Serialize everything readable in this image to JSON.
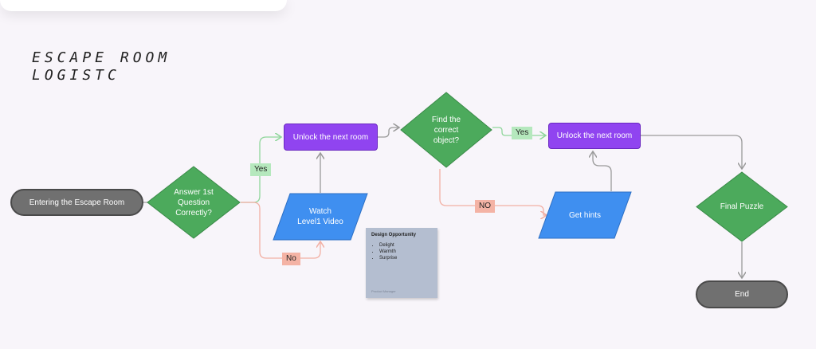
{
  "title": {
    "line1": "ESCAPE ROOM",
    "line2": "LOGISTC"
  },
  "nodes": {
    "start": "Entering the Escape Room",
    "q1": "Answer 1st Question Correctly?",
    "unlock1": "Unlock the next room",
    "watch": "Watch Level1 Video",
    "q2": "Find the correct object?",
    "hints": "Get hints",
    "unlock2": "Unlock the next room",
    "final": "Final Puzzle",
    "end": "End"
  },
  "labels": {
    "yes1": "Yes",
    "no1": "No",
    "yes2": "Yes",
    "no2": "NO"
  },
  "sticky": {
    "title": "Design Opportunity",
    "items": [
      "Delight",
      "Warmth",
      "Surprise"
    ],
    "footer": "Product Manager"
  },
  "colors": {
    "decision": "#4caa5c",
    "process": "#9044f0",
    "input": "#3f8ff0",
    "terminal": "#707070",
    "yes_line": "#8fd69b",
    "no_line": "#f2b0a4",
    "neutral_line": "#9a9a9a"
  }
}
